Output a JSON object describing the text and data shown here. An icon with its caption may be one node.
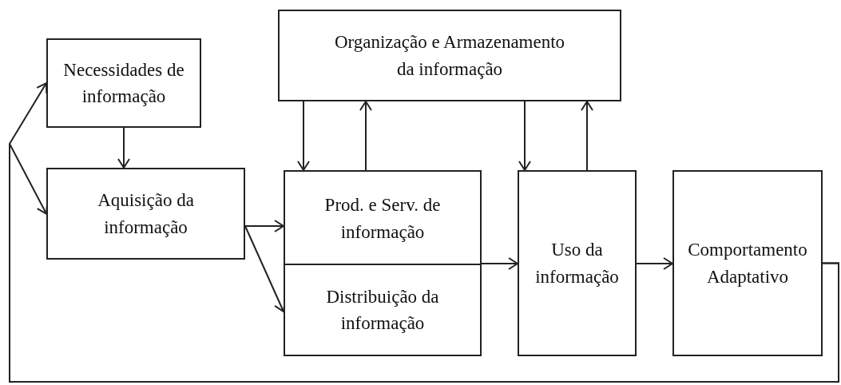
{
  "diagram": {
    "nodes": [
      {
        "text": [
          "Necessidades de informação"
        ]
      },
      {
        "text": [
          "Aquisição da informação"
        ]
      },
      {
        "text": [
          "Organização e Armazenamento da informação"
        ]
      },
      {
        "text": [
          "Prod. e Serv. de informação"
        ]
      },
      {
        "text": [
          "Distribuição da informação"
        ]
      },
      {
        "text": [
          "Uso da informação"
        ]
      },
      {
        "text": [
          "Comportamento Adaptativo"
        ]
      }
    ],
    "edges": [
      {
        "from": 0,
        "to": 1,
        "arrow": "to"
      },
      {
        "from": 1,
        "to": 3,
        "arrow": "to"
      },
      {
        "from": 1,
        "to": 4,
        "arrow": "to"
      },
      {
        "from": 2,
        "to": 3,
        "arrow": "to"
      },
      {
        "from": 3,
        "to": 2,
        "arrow": "to"
      },
      {
        "from": 2,
        "to": 5,
        "arrow": "to"
      },
      {
        "from": 5,
        "to": 2,
        "arrow": "to"
      },
      {
        "from": 4,
        "to": 5,
        "arrow": "to"
      },
      {
        "from": 5,
        "to": 6,
        "arrow": "to"
      },
      {
        "from": 6,
        "to": 0,
        "arrow": "to"
      },
      {
        "from": 6,
        "to": 1,
        "arrow": "to"
      }
    ]
  }
}
